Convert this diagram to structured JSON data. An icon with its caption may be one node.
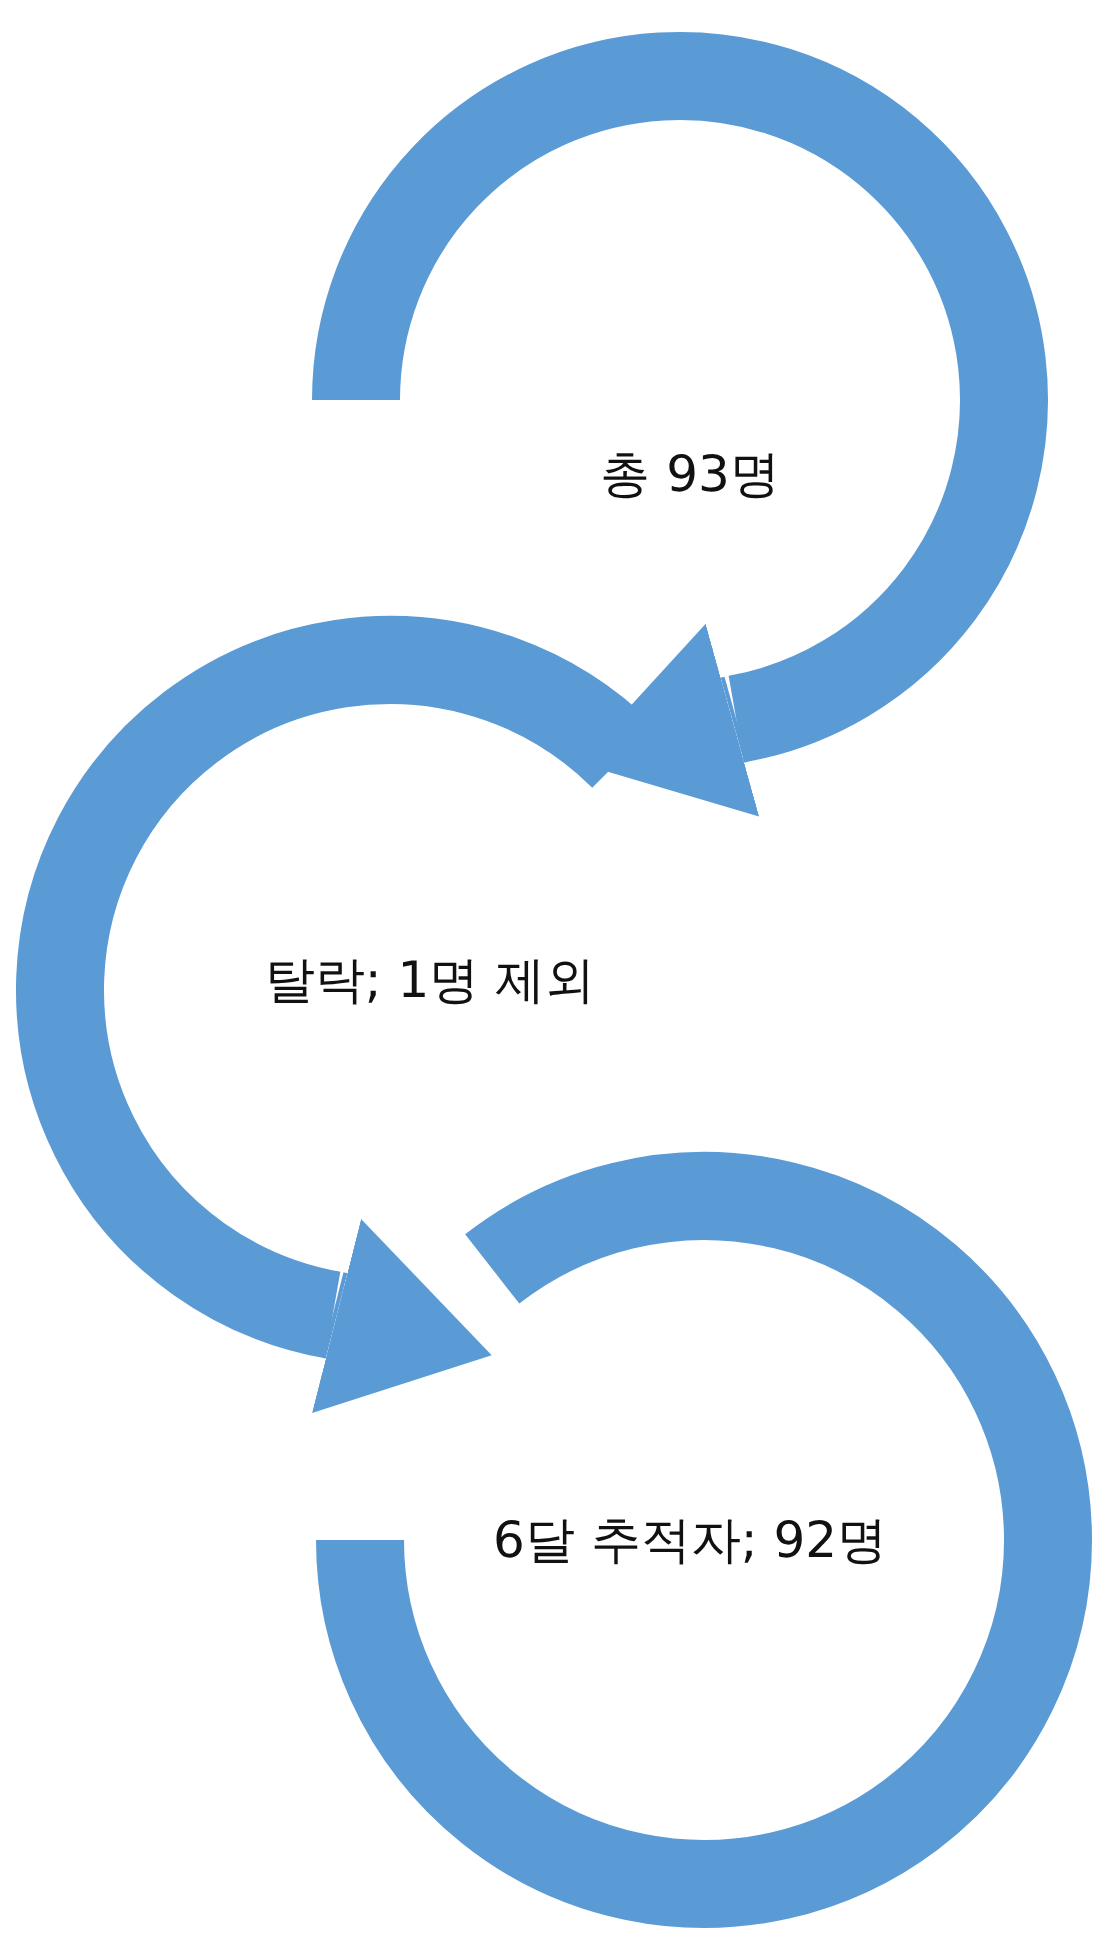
{
  "diagram": {
    "nodes": [
      {
        "text": [
          "총 93명"
        ]
      },
      {
        "text": [
          "탈락; 1명 제외"
        ]
      },
      {
        "text": [
          "6달 추적자; 92명"
        ]
      }
    ],
    "edges": [
      {
        "from": 0,
        "to": 1,
        "arrow": "to"
      },
      {
        "from": 1,
        "to": 2,
        "arrow": "to"
      }
    ]
  }
}
